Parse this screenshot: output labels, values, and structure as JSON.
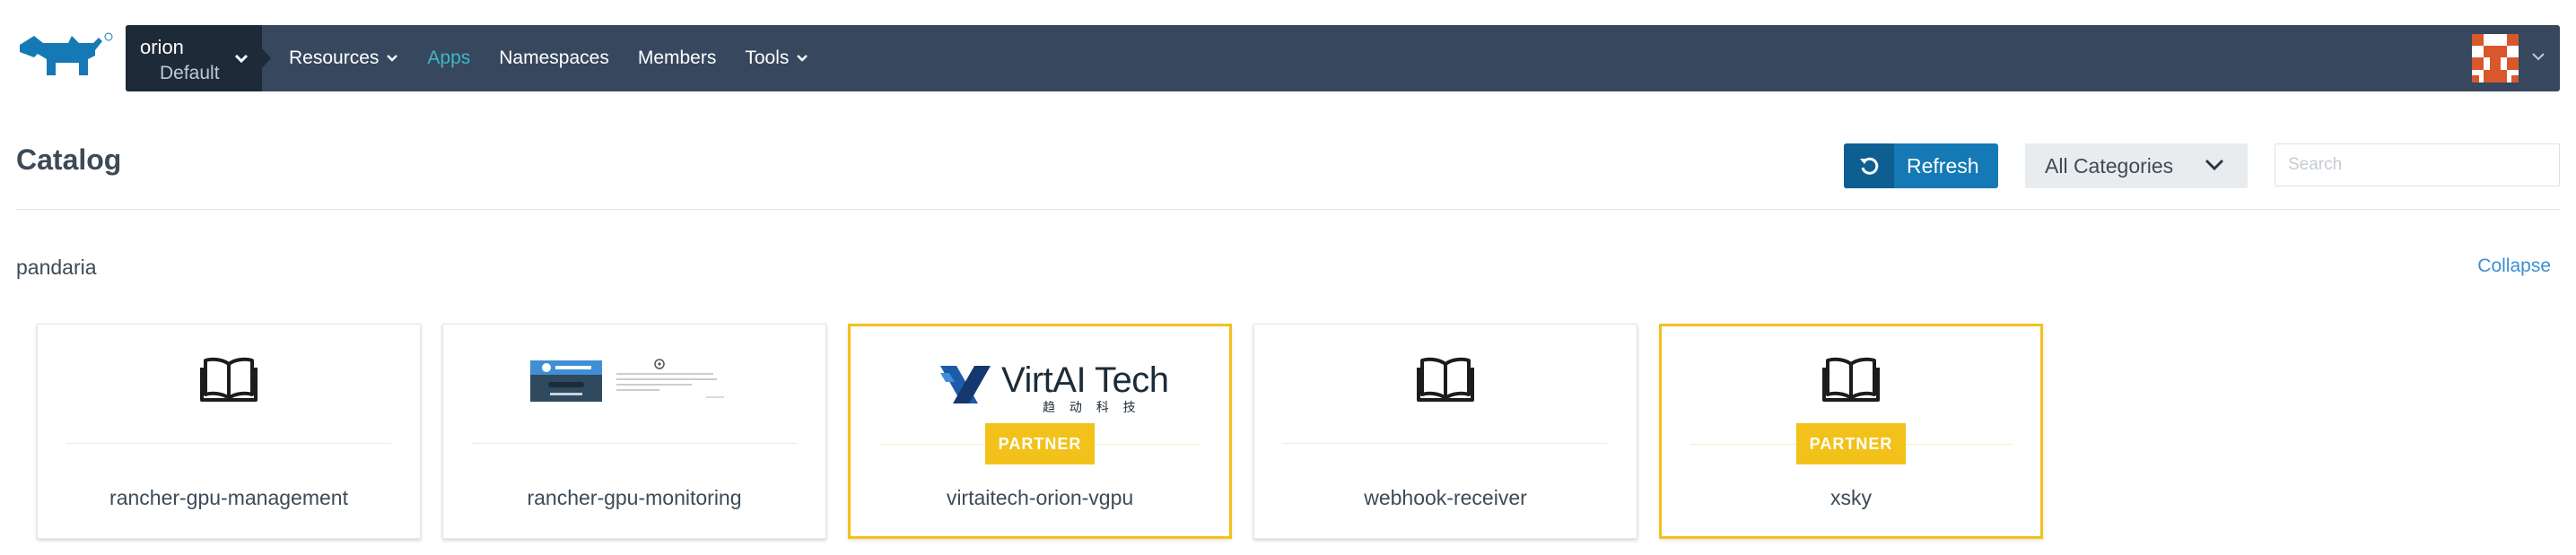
{
  "header": {
    "cluster": {
      "name": "orion",
      "project": "Default"
    },
    "nav": [
      {
        "label": "Resources",
        "has_caret": true,
        "active": false
      },
      {
        "label": "Apps",
        "has_caret": false,
        "active": true
      },
      {
        "label": "Namespaces",
        "has_caret": false,
        "active": false
      },
      {
        "label": "Members",
        "has_caret": false,
        "active": false
      },
      {
        "label": "Tools",
        "has_caret": true,
        "active": false
      }
    ],
    "colors": {
      "bar": "#36475e",
      "cluster_bg": "#1e2a38",
      "active": "#3fb6c9",
      "logo": "#1479b5"
    }
  },
  "page": {
    "title": "Catalog",
    "refresh_label": "Refresh",
    "category_label": "All Categories",
    "search_placeholder": "Search"
  },
  "section": {
    "name": "pandaria",
    "collapse_label": "Collapse"
  },
  "cards": [
    {
      "name": "rancher-gpu-management",
      "icon": "book-icon",
      "partner": false
    },
    {
      "name": "rancher-gpu-monitoring",
      "icon": "kubernetes-prometheus-logo",
      "partner": false
    },
    {
      "name": "virtaitech-orion-vgpu",
      "icon": "virtai-tech-logo",
      "logo_text": "VirtAI Tech",
      "logo_subtext": "趋 动 科 技",
      "partner": true,
      "badge": "PARTNER"
    },
    {
      "name": "webhook-receiver",
      "icon": "book-icon",
      "partner": false
    },
    {
      "name": "xsky",
      "icon": "book-icon",
      "partner": true,
      "badge": "PARTNER"
    }
  ],
  "colors": {
    "partner": "#f2c21b",
    "primary": "#1479b5",
    "link": "#3d8ed4"
  }
}
